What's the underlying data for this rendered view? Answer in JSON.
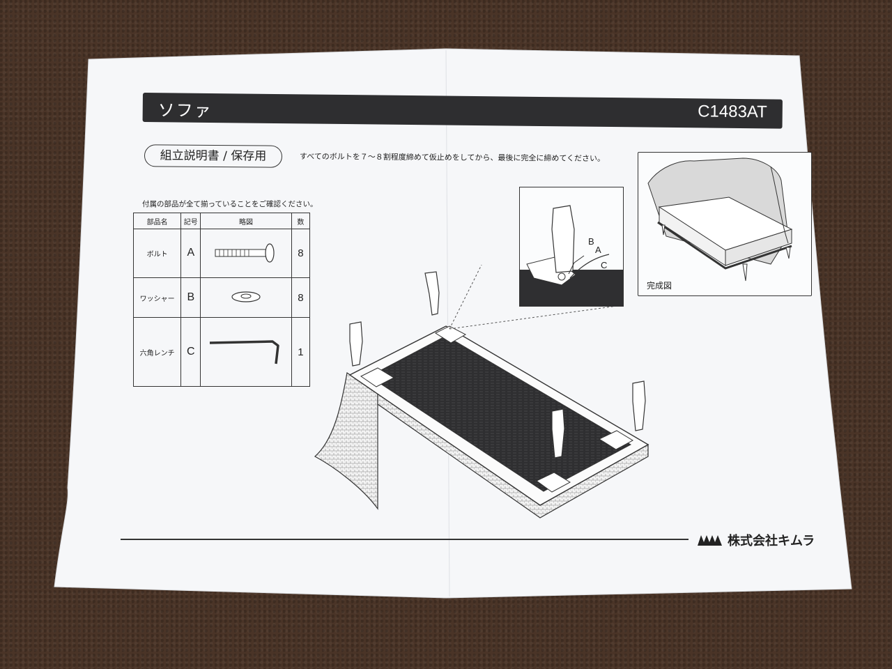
{
  "header": {
    "title": "ソファ",
    "model": "C1483AT"
  },
  "pill_label": "組立説明書 / 保存用",
  "instruction": "すべてのボルトを７〜８割程度締めて仮止めをしてから、最後に完全に締めてください。",
  "confirm_text": "付属の部品が全て揃っていることをご確認ください。",
  "parts_table": {
    "headers": [
      "部品名",
      "記号",
      "略図",
      "数"
    ],
    "rows": [
      {
        "name": "ボルト",
        "symbol": "A",
        "qty": "8",
        "icon": "bolt-icon"
      },
      {
        "name": "ワッシャー",
        "symbol": "B",
        "qty": "8",
        "icon": "washer-icon"
      },
      {
        "name": "六角レンチ",
        "symbol": "C",
        "qty": "1",
        "icon": "hex-wrench-icon"
      }
    ]
  },
  "inset_labels": [
    "B",
    "A",
    "C"
  ],
  "completed_label": "完成図",
  "company": "株式会社キムラ",
  "colors": {
    "paper": "#f7f8fa",
    "ink": "#2e2e30",
    "background": "#4a3427"
  }
}
